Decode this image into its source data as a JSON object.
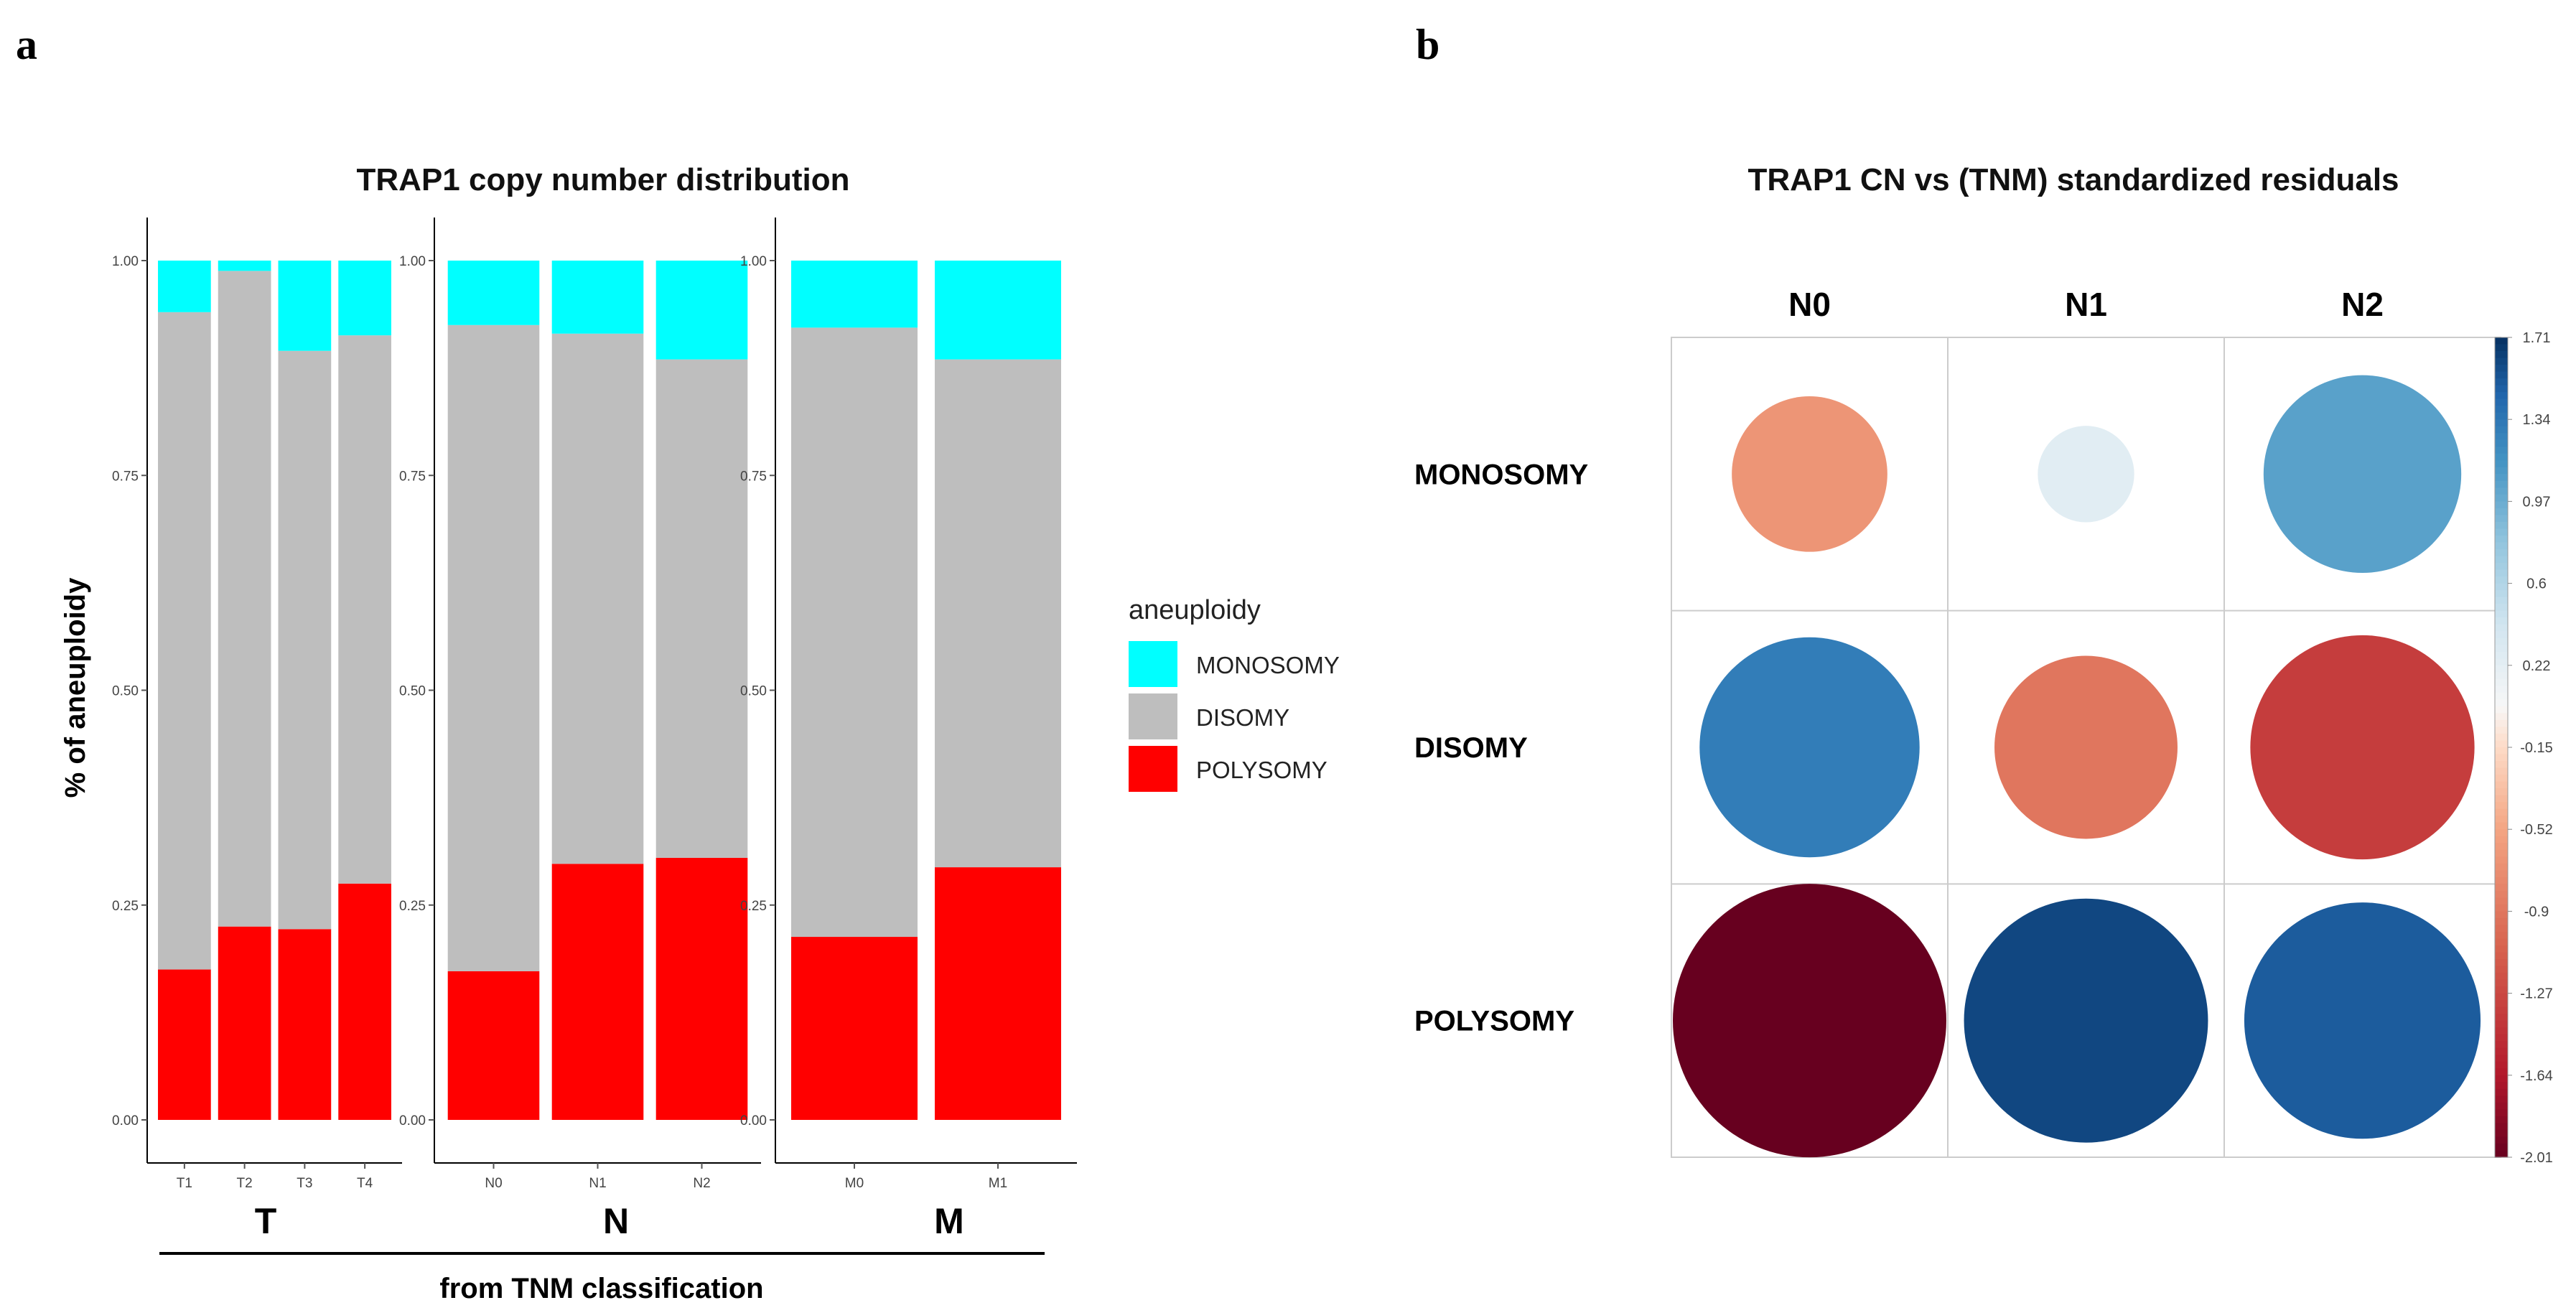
{
  "panels": {
    "a": "a",
    "b": "b"
  },
  "colors": {
    "monosomy": "#00FFFF",
    "disomy": "#BEBEBE",
    "polysomy": "#FF0000"
  },
  "chart_data": [
    {
      "type": "bar",
      "stacked": true,
      "title": "TRAP1 copy number distribution",
      "ylabel": "% of aneuploidy",
      "xlabel": "from TNM classification",
      "ylim": [
        0,
        1
      ],
      "yticks": [
        "0.00",
        "0.25",
        "0.50",
        "0.75",
        "1.00"
      ],
      "legend": {
        "title": "aneuploidy",
        "position": "right",
        "entries": [
          "MONOSOMY",
          "DISOMY",
          "POLYSOMY"
        ]
      },
      "facets": [
        {
          "label": "T",
          "categories": [
            "T1",
            "T2",
            "T3",
            "T4"
          ],
          "series": [
            {
              "name": "POLYSOMY",
              "values": [
                0.175,
                0.225,
                0.222,
                0.275
              ]
            },
            {
              "name": "DISOMY",
              "values": [
                0.765,
                0.763,
                0.673,
                0.638
              ]
            },
            {
              "name": "MONOSOMY",
              "values": [
                0.06,
                0.012,
                0.105,
                0.087
              ]
            }
          ]
        },
        {
          "label": "N",
          "categories": [
            "N0",
            "N1",
            "N2"
          ],
          "series": [
            {
              "name": "POLYSOMY",
              "values": [
                0.173,
                0.298,
                0.305
              ]
            },
            {
              "name": "DISOMY",
              "values": [
                0.752,
                0.617,
                0.58
              ]
            },
            {
              "name": "MONOSOMY",
              "values": [
                0.075,
                0.085,
                0.115
              ]
            }
          ]
        },
        {
          "label": "M",
          "categories": [
            "M0",
            "M1"
          ],
          "series": [
            {
              "name": "POLYSOMY",
              "values": [
                0.213,
                0.294
              ]
            },
            {
              "name": "DISOMY",
              "values": [
                0.709,
                0.591
              ]
            },
            {
              "name": "MONOSOMY",
              "values": [
                0.078,
                0.115
              ]
            }
          ]
        }
      ]
    },
    {
      "type": "heatmap",
      "style": "circle corrplot",
      "title": "TRAP1 CN vs (TNM) standardized residuals",
      "columns": [
        "N0",
        "N1",
        "N2"
      ],
      "rows": [
        "MONOSOMY",
        "DISOMY",
        "POLYSOMY"
      ],
      "values": [
        [
          -0.65,
          0.25,
          1.05
        ],
        [
          1.3,
          -0.9,
          -1.35
        ],
        [
          -2.01,
          1.6,
          1.5
        ]
      ],
      "colorbar": {
        "min": -2.01,
        "max": 1.71,
        "ticks": [
          "1.71",
          "1.34",
          "0.97",
          "0.6",
          "0.22",
          "-0.15",
          "-0.52",
          "-0.9",
          "-1.27",
          "-1.64",
          "-2.01"
        ]
      }
    }
  ]
}
